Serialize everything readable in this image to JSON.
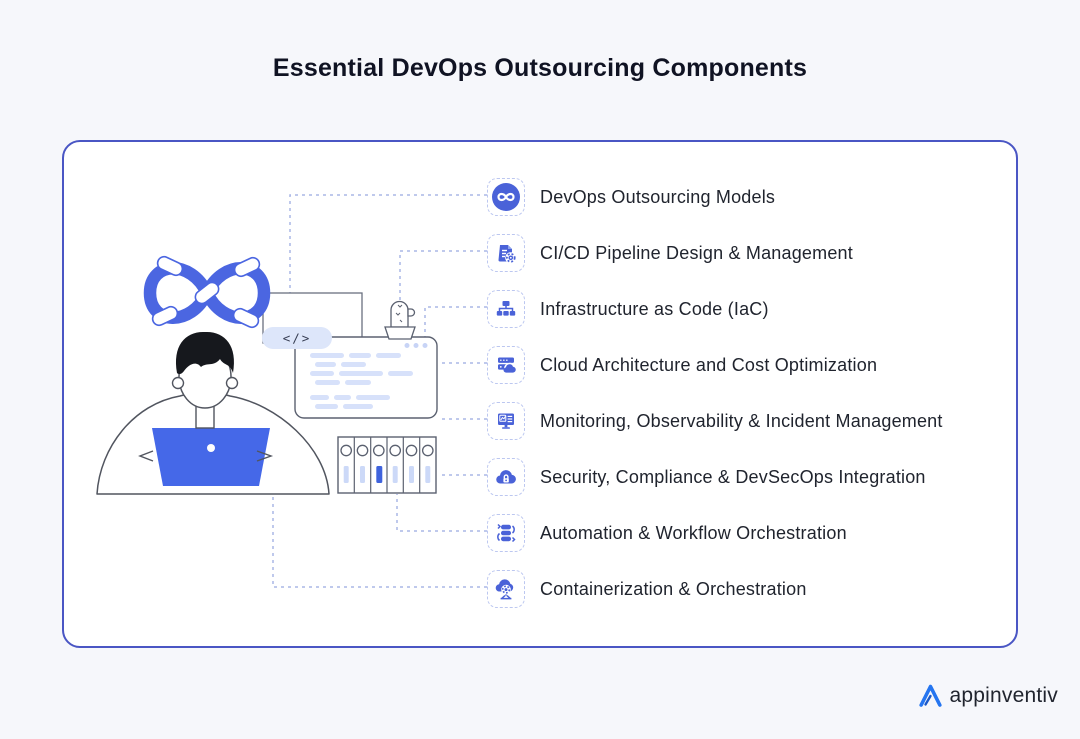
{
  "page": {
    "title": "Essential DevOps Outsourcing Components",
    "background_color": "#f6f7fb",
    "card_border_color": "#4a56c4",
    "accent_blue": "#4a62d8",
    "connector_color": "#aab7e6"
  },
  "components": [
    {
      "label": "DevOps Outsourcing Models",
      "icon": "devops-infinity-icon"
    },
    {
      "label": "CI/CD Pipeline Design & Management",
      "icon": "document-gear-icon"
    },
    {
      "label": "Infrastructure as Code (IaC)",
      "icon": "sitemap-icon"
    },
    {
      "label": "Cloud Architecture and Cost Optimization",
      "icon": "server-cloud-icon"
    },
    {
      "label": "Monitoring, Observability & Incident Management",
      "icon": "monitor-chart-icon"
    },
    {
      "label": "Security, Compliance & DevSecOps Integration",
      "icon": "cloud-lock-icon"
    },
    {
      "label": "Automation & Workflow Orchestration",
      "icon": "workflow-stack-icon"
    },
    {
      "label": "Containerization & Orchestration",
      "icon": "cloud-gear-node-icon"
    }
  ],
  "illustration": {
    "code_symbol": "</>"
  },
  "footer": {
    "brand": "appinventiv"
  }
}
